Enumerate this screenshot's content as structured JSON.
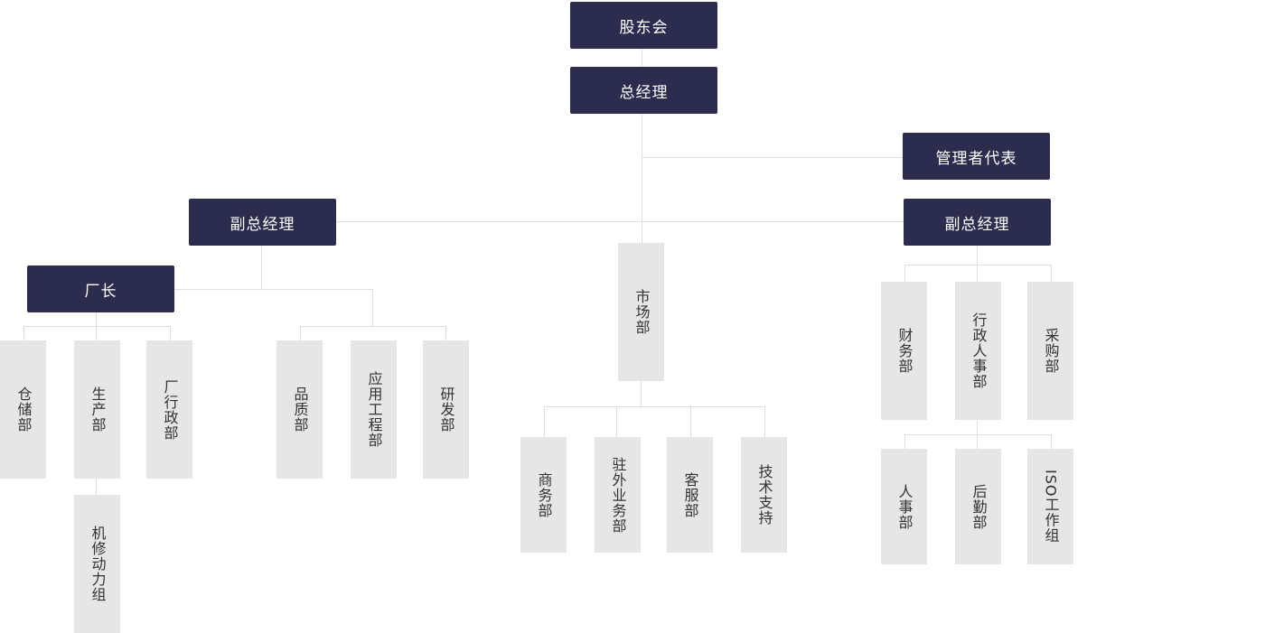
{
  "colors": {
    "dark_node": "#2c2c4e",
    "light_node": "#e6e6e6",
    "connector": "#dedede"
  },
  "nodes": {
    "shareholders": "股东会",
    "general_manager": "总经理",
    "management_rep": "管理者代表",
    "deputy_gm_left": "副总经理",
    "deputy_gm_right": "副总经理",
    "factory_director": "厂长",
    "warehouse": "仓储部",
    "production": "生产部",
    "factory_admin": "厂行政部",
    "maintenance": "机修动力组",
    "quality": "品质部",
    "app_engineering": "应用工程部",
    "rnd": "研发部",
    "marketing": "市场部",
    "business": "商务部",
    "field_business": "驻外业务部",
    "customer_service": "客服部",
    "tech_support": "技术支持",
    "finance": "财务部",
    "admin_hr": "行政人事部",
    "procurement": "采购部",
    "hr": "人事部",
    "logistics": "后勤部",
    "iso_group": "ISO工作组"
  }
}
